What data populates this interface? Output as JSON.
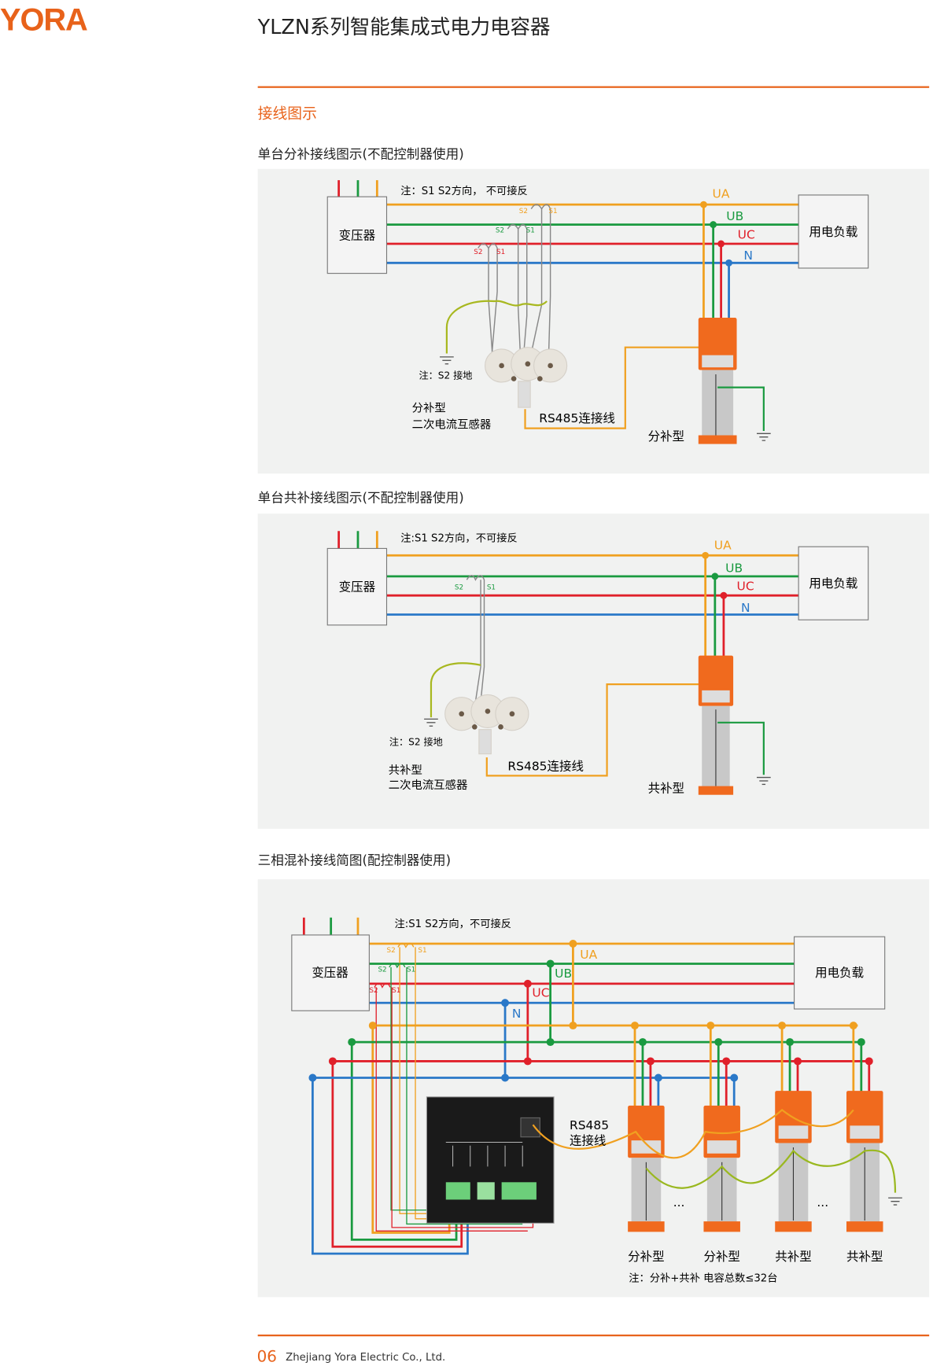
{
  "header": {
    "logo": "YORA",
    "title": "YLZN系列智能集成式电力电容器"
  },
  "section_title": "接线图示",
  "colors": {
    "accent": "#e8621a",
    "phase_a": "#f0a020",
    "phase_b": "#1a9a40",
    "phase_c": "#e0202a",
    "neutral": "#2a78c8",
    "panel_bg": "#f1f2f1"
  },
  "diagram1": {
    "caption": "单台分补接线图示(不配控制器使用)",
    "note": "注：S1 S2方向， 不可接反",
    "transformer": "变压器",
    "load": "用电负载",
    "ua": "UA",
    "ub": "UB",
    "uc": "UC",
    "n": "N",
    "s1": "S1",
    "s2": "S2",
    "ground_note": "注：S2  接地",
    "ct_type": "分补型",
    "ct_name": "二次电流互感器",
    "rs485": "RS485连接线",
    "capacitor": "分补型"
  },
  "diagram2": {
    "caption": "单台共补接线图示(不配控制器使用)",
    "note": "注:S1 S2方向，不可接反",
    "transformer": "变压器",
    "load": "用电负载",
    "ua": "UA",
    "ub": "UB",
    "uc": "UC",
    "n": "N",
    "s1": "S1",
    "s2": "S2",
    "ground_note": "注：S2  接地",
    "ct_type": "共补型",
    "ct_name": "二次电流互感器",
    "rs485": "RS485连接线",
    "capacitor": "共补型"
  },
  "diagram3": {
    "caption": "三相混补接线简图(配控制器使用)",
    "note": "注:S1 S2方向，不可接反",
    "transformer": "变压器",
    "load": "用电负载",
    "ua": "UA",
    "ub": "UB",
    "uc": "UC",
    "n": "N",
    "s1": "S1",
    "s2": "S2",
    "rs485_1": "RS485",
    "rs485_2": "连接线",
    "ellipsis": "···",
    "capacitors": [
      "分补型",
      "分补型",
      "共补型",
      "共补型"
    ],
    "footnote": "注：分补+共补 电容总数≤32台"
  },
  "footer": {
    "page": "06",
    "company": "Zhejiang Yora Electric Co., Ltd."
  }
}
